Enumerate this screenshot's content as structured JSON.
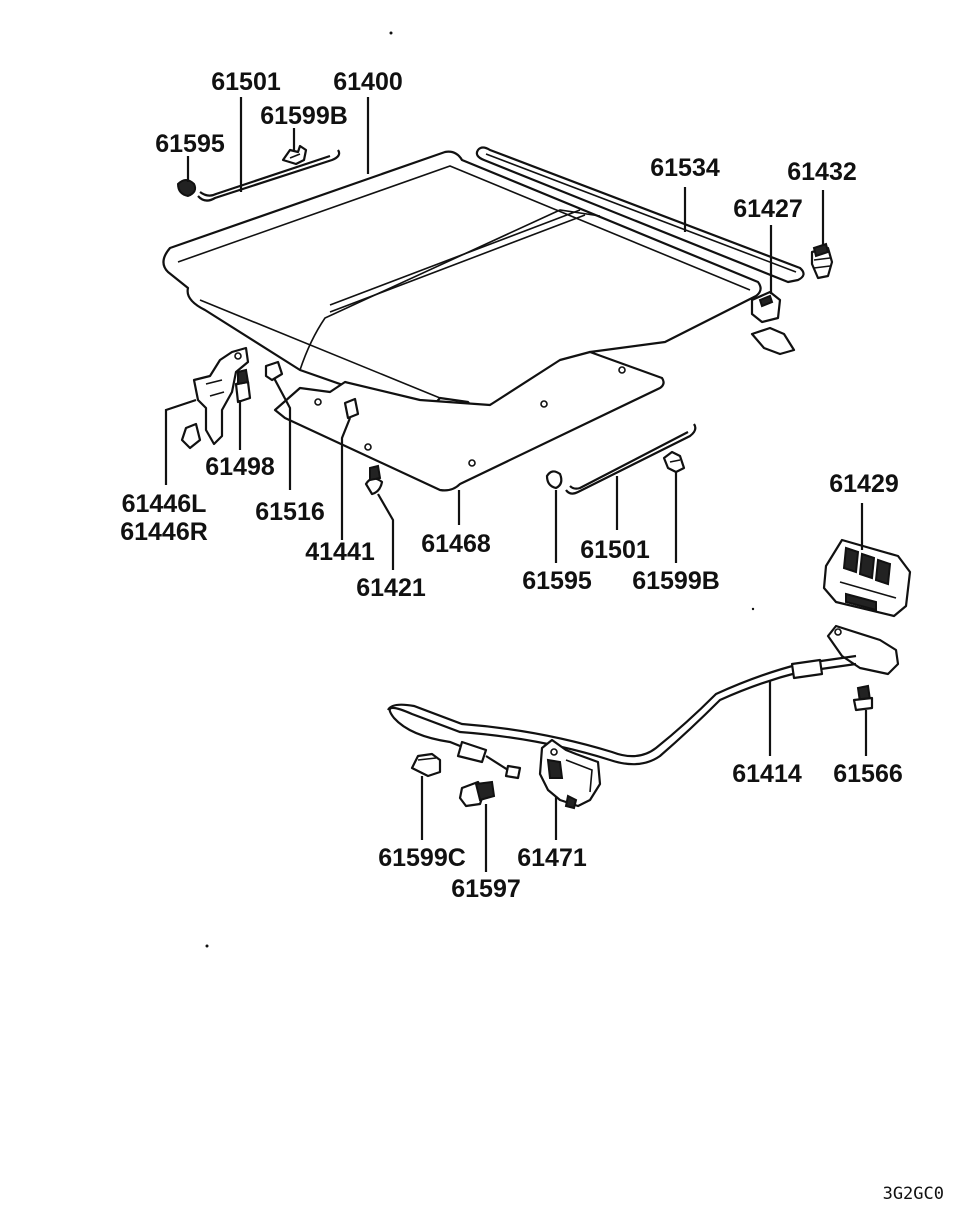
{
  "diagram_code": "3G2GC0",
  "callouts": {
    "c_61501_top": "61501",
    "c_61400": "61400",
    "c_61599b_top": "61599B",
    "c_61595_top": "61595",
    "c_61534": "61534",
    "c_61432": "61432",
    "c_61427": "61427",
    "c_61498": "61498",
    "c_61446l": "61446L",
    "c_61446r": "61446R",
    "c_61516": "61516",
    "c_41441": "41441",
    "c_61468": "61468",
    "c_61421": "61421",
    "c_61501_mid": "61501",
    "c_61595_mid": "61595",
    "c_61599b_mid": "61599B",
    "c_61429": "61429",
    "c_61414": "61414",
    "c_61566": "61566",
    "c_61599c": "61599C",
    "c_61471": "61471",
    "c_61597": "61597"
  }
}
